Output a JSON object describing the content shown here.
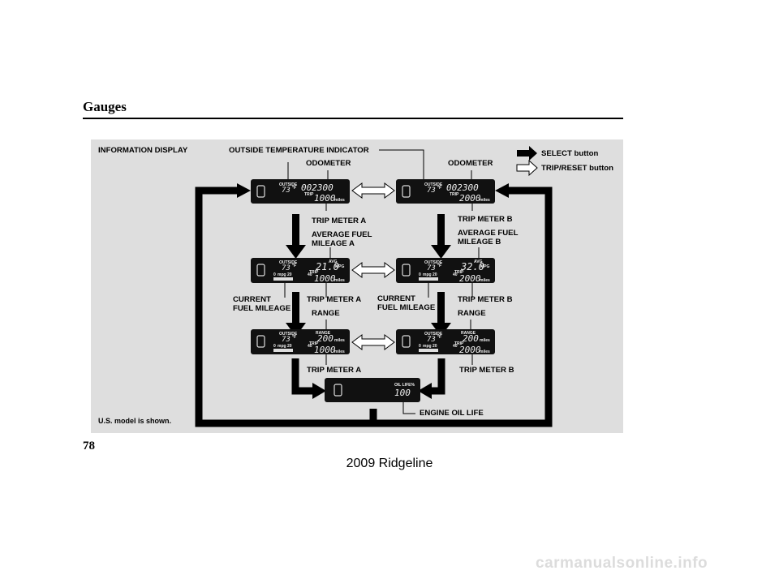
{
  "page": {
    "section_title": "Gauges",
    "page_number": "78",
    "caption": "2009  Ridgeline",
    "watermark": "carmanualsonline.info"
  },
  "figure": {
    "labels": {
      "information_display": "INFORMATION DISPLAY",
      "outside_temp_indicator": "OUTSIDE TEMPERATURE INDICATOR",
      "odometer_left": "ODOMETER",
      "odometer_right": "ODOMETER",
      "select_button": "SELECT button",
      "trip_reset_button": "TRIP/RESET button",
      "trip_meter_a_1": "TRIP METER A",
      "trip_meter_b_1": "TRIP METER B",
      "avg_fuel_a": "AVERAGE FUEL\nMILEAGE A",
      "avg_fuel_b": "AVERAGE FUEL\nMILEAGE B",
      "current_fuel_left": "CURRENT\nFUEL MILEAGE",
      "current_fuel_right": "CURRENT\nFUEL MILEAGE",
      "trip_meter_a_2": "TRIP METER A",
      "trip_meter_b_2": "TRIP METER B",
      "range_left": "RANGE",
      "range_right": "RANGE",
      "trip_meter_a_3": "TRIP METER A",
      "trip_meter_b_3": "TRIP METER B",
      "engine_oil_life": "ENGINE OIL LIFE",
      "us_model": "U.S. model is shown."
    },
    "displays": {
      "outside_word": "OUTSIDE",
      "trip_word": "TRIP",
      "miles_word": "miles",
      "mpg_word": "MPG",
      "range_word": "RANGE",
      "avg_word": "AVG",
      "oil_life_word": "OIL LIFE%",
      "temperature": "73",
      "temp_unit": "°F",
      "odometer": "002300",
      "trip_a": "1000",
      "trip_b": "2000",
      "avg_a": "21.0",
      "avg_b": "32.0",
      "range_value": "200",
      "oil_life": "100",
      "scale_0": "0",
      "scale_mpg": "mpg",
      "scale_20": "20",
      "scale_40": "40"
    }
  }
}
